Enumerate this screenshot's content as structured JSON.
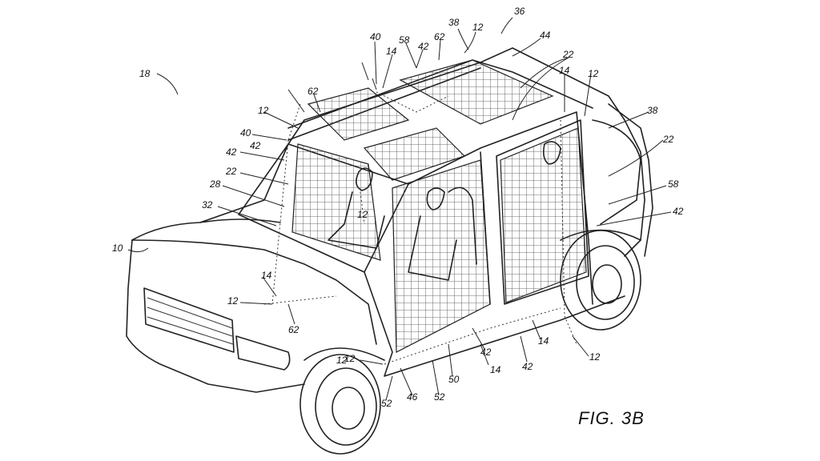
{
  "figure": {
    "caption": "FIG. 3B",
    "reference_numerals": [
      "36",
      "18",
      "44",
      "38",
      "12",
      "62",
      "40",
      "58",
      "14",
      "42",
      "22",
      "38",
      "22",
      "58",
      "42",
      "12",
      "14",
      "62",
      "12",
      "40",
      "42",
      "42",
      "22",
      "28",
      "32",
      "10",
      "12",
      "14",
      "12",
      "62",
      "12",
      "52",
      "46",
      "52",
      "50",
      "14",
      "42",
      "42",
      "14",
      "12",
      "12"
    ]
  },
  "colors": {
    "line": "#222222",
    "background": "#ffffff"
  }
}
